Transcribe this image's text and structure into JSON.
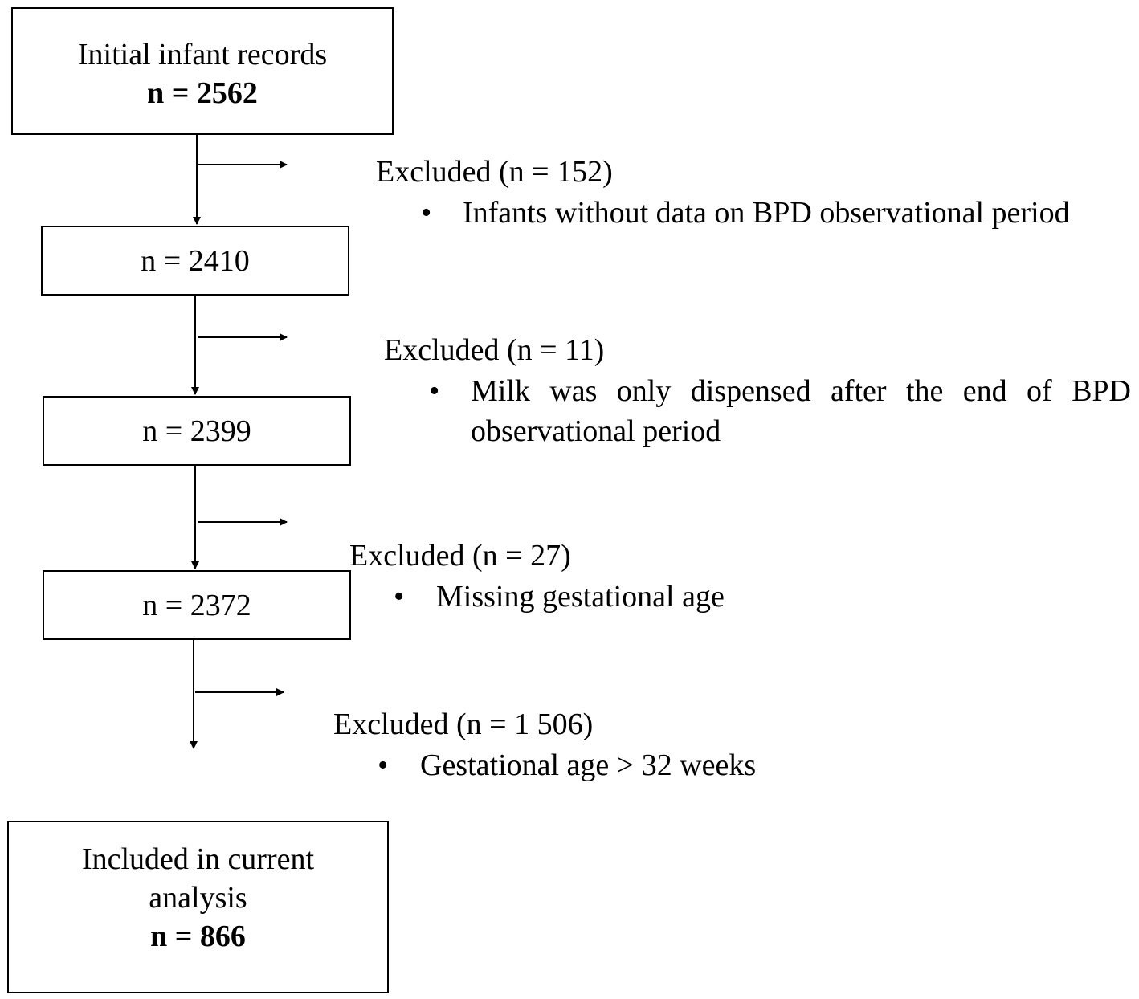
{
  "boxes": {
    "initial": {
      "label": "Initial infant records",
      "count": "n = 2562"
    },
    "step1": {
      "count": "n = 2410"
    },
    "step2": {
      "count": "n = 2399"
    },
    "step3": {
      "count": "n = 2372"
    },
    "final": {
      "label_line1": "Included in current",
      "label_line2": "analysis",
      "count": "n = 866"
    }
  },
  "exclusions": [
    {
      "title": "Excluded (n = 152)",
      "reason": "Infants without data on BPD observational period"
    },
    {
      "title": "Excluded (n = 11)",
      "reason": "Milk was only dispensed after the end of BPD observational period"
    },
    {
      "title": "Excluded (n = 27)",
      "reason": "Missing gestational age"
    },
    {
      "title": "Excluded (n = 1 506)",
      "reason": "Gestational age > 32 weeks"
    }
  ],
  "bullet_symbol": "•"
}
